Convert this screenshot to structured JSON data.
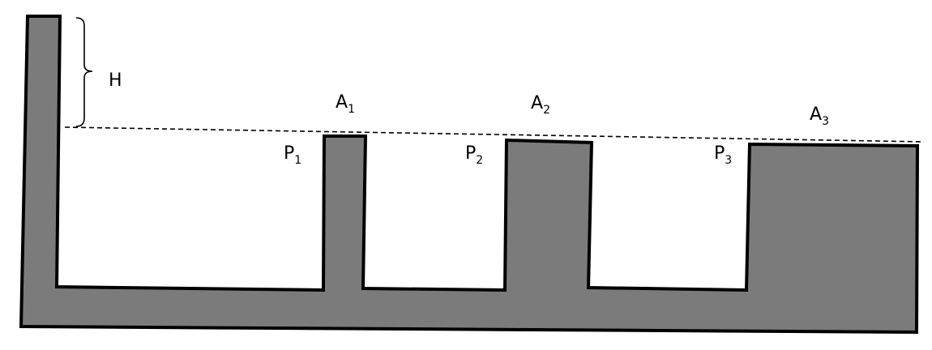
{
  "diagram": {
    "colors": {
      "fluid": "#7b7b7b",
      "outline": "#000000",
      "background": "#ffffff"
    },
    "labels": {
      "height": "H",
      "a1_main": "A",
      "a1_sub": "1",
      "a2_main": "A",
      "a2_sub": "2",
      "a3_main": "A",
      "a3_sub": "3",
      "p1_main": "P",
      "p1_sub": "1",
      "p2_main": "P",
      "p2_sub": "2",
      "p3_main": "P",
      "p3_sub": "3"
    }
  }
}
